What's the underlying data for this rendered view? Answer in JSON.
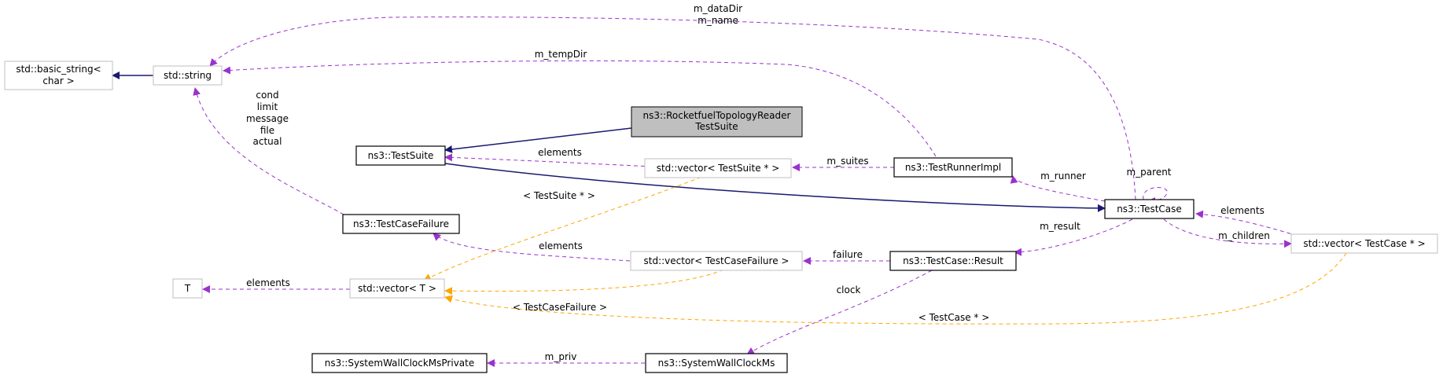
{
  "nodes": {
    "basic_string": {
      "lines": [
        "std::basic_string<",
        "char >"
      ]
    },
    "std_string": {
      "lines": [
        "std::string"
      ]
    },
    "rocketfuel": {
      "lines": [
        "ns3::RocketfuelTopologyReader",
        "TestSuite"
      ]
    },
    "test_suite": {
      "lines": [
        "ns3::TestSuite"
      ]
    },
    "vec_testsuite": {
      "lines": [
        "std::vector< TestSuite * >"
      ]
    },
    "test_runner_impl": {
      "lines": [
        "ns3::TestRunnerImpl"
      ]
    },
    "test_case": {
      "lines": [
        "ns3::TestCase"
      ]
    },
    "test_case_failure": {
      "lines": [
        "ns3::TestCaseFailure"
      ]
    },
    "vec_testcasefailure": {
      "lines": [
        "std::vector< TestCaseFailure >"
      ]
    },
    "test_case_result": {
      "lines": [
        "ns3::TestCase::Result"
      ]
    },
    "vec_testcase": {
      "lines": [
        "std::vector< TestCase * >"
      ]
    },
    "t_param": {
      "lines": [
        "T"
      ]
    },
    "vec_t": {
      "lines": [
        "std::vector< T >"
      ]
    },
    "swc_private": {
      "lines": [
        "ns3::SystemWallClockMsPrivate"
      ]
    },
    "swc": {
      "lines": [
        "ns3::SystemWallClockMs"
      ]
    }
  },
  "edge_labels": {
    "datadir_name": [
      "m_dataDir",
      "m_name"
    ],
    "tempdir": [
      "m_tempDir"
    ],
    "failure_fields": [
      "cond",
      "limit",
      "message",
      "file",
      "actual"
    ],
    "suite_elements": [
      "elements"
    ],
    "suites": [
      "m_suites"
    ],
    "runner": [
      "m_runner"
    ],
    "parent": [
      "m_parent"
    ],
    "case_elements": [
      "elements"
    ],
    "children": [
      "m_children"
    ],
    "result": [
      "m_result"
    ],
    "failure": [
      "failure"
    ],
    "failure_elements": [
      "elements"
    ],
    "t_elements": [
      "elements"
    ],
    "tpl_suite": [
      "< TestSuite * >"
    ],
    "tpl_failure": [
      "< TestCaseFailure >"
    ],
    "tpl_case": [
      "< TestCase * >"
    ],
    "clock": [
      "clock"
    ],
    "priv": [
      "m_priv"
    ]
  },
  "colors": {
    "inheritance": "#191970",
    "usage": "#9a32cd",
    "template": "#ffa500",
    "highlight_fill": "#bfbfbf",
    "border_strong": "#000000",
    "border_light": "#bfbfbf"
  }
}
